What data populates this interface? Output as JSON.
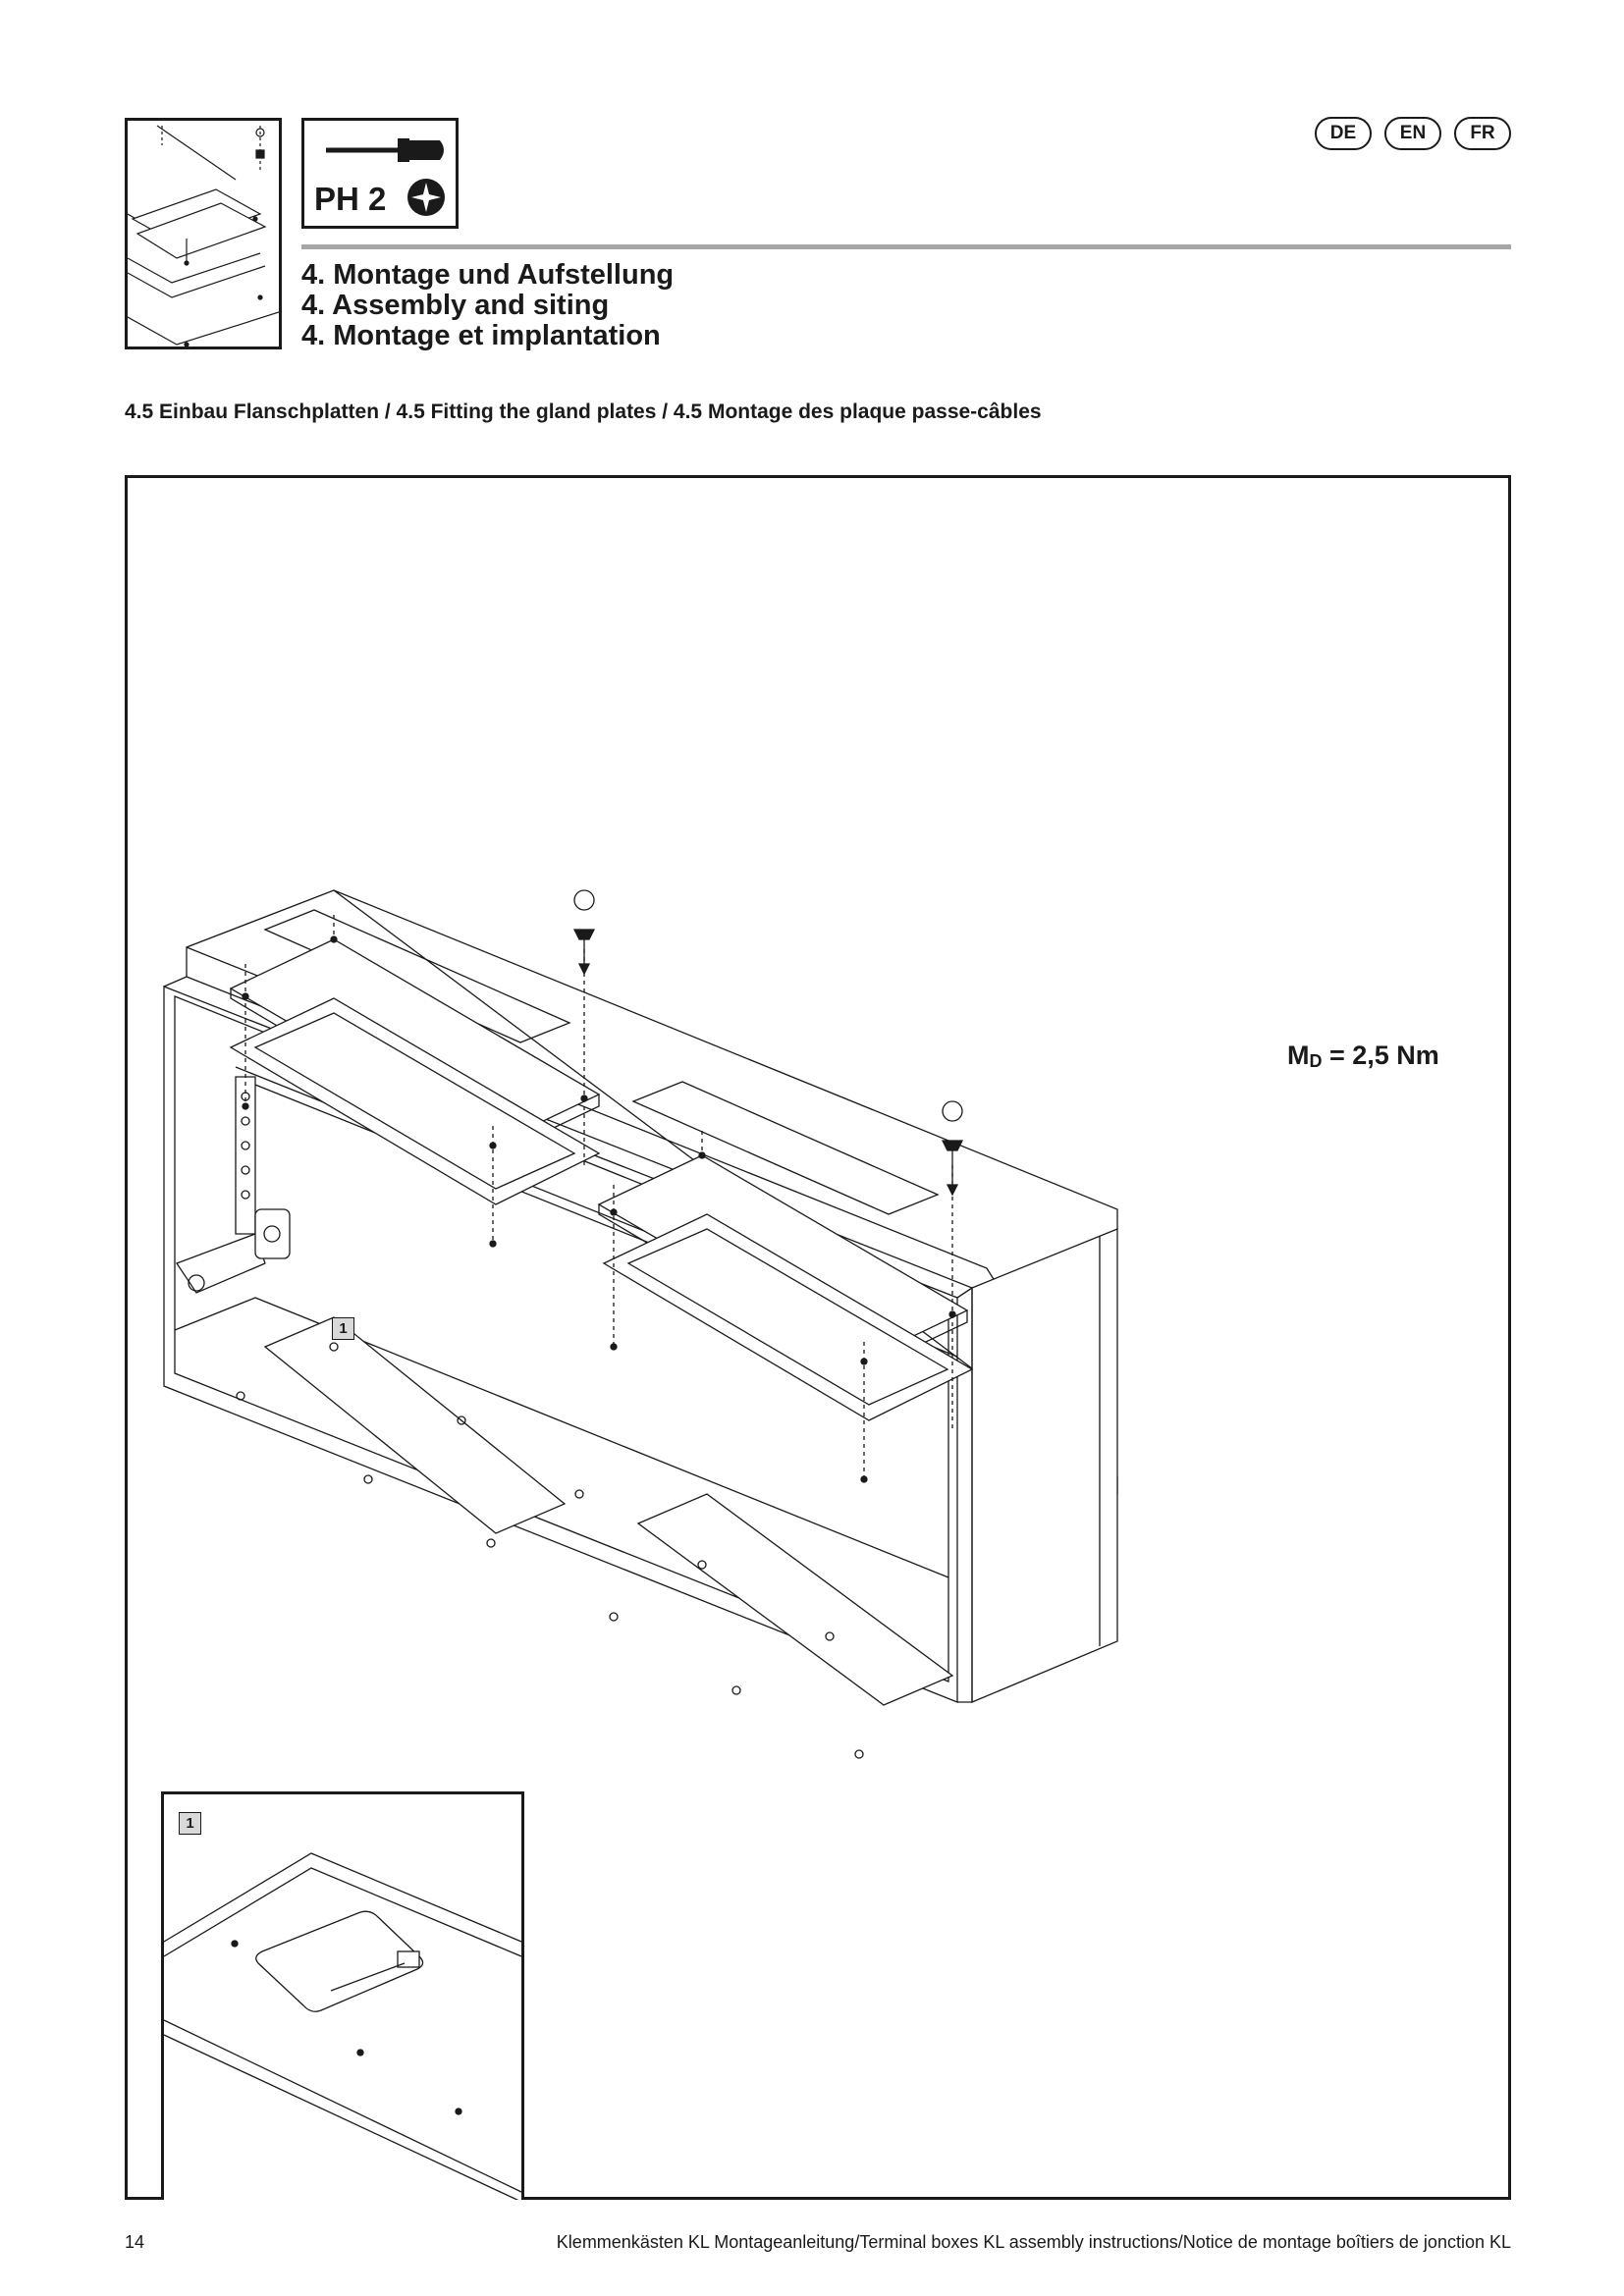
{
  "languages": [
    "DE",
    "EN",
    "FR"
  ],
  "tool": {
    "label": "PH 2"
  },
  "section_titles": [
    "4. Montage und Aufstellung",
    "4. Assembly and siting",
    "4. Montage et implantation"
  ],
  "subsection_title": "4.5 Einbau Flanschplatten / 4.5 Fitting the gland plates / 4.5 Montage des plaque passe-câbles",
  "figure": {
    "torque_label_main": "M",
    "torque_label_sub": "D",
    "torque_label_value": " = 2,5 Nm",
    "callout_number": "1",
    "detail_callout_number": "1"
  },
  "footer": {
    "page_number": "14",
    "text": "Klemmenkästen KL Montageanleitung/Terminal boxes KL assembly instructions/Notice de montage boîtiers de jonction KL"
  }
}
